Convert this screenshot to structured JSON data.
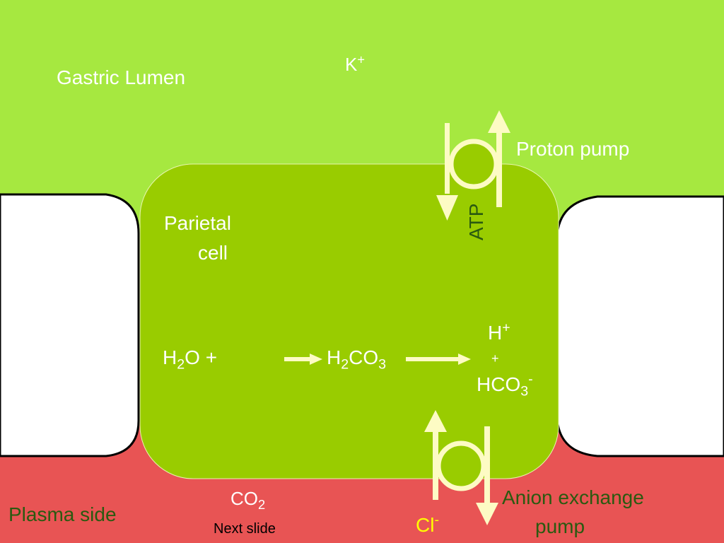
{
  "colors": {
    "lumen": "#a6e840",
    "plasma": "#e85454",
    "cell": "#99cc00",
    "pump": "#fdfbc4",
    "neighbor_cell": "#ffffff",
    "text_white": "#ffffff",
    "text_dark": "#2a5a10",
    "chloride": "#ffff00"
  },
  "labels": {
    "gastric_lumen": "Gastric Lumen",
    "k_base": "K",
    "k_sup": "+",
    "proton_pump": "Proton pump",
    "atp": "ATP",
    "parietal_line1": "Parietal",
    "parietal_line2": "cell",
    "h2o_h": "H",
    "h2o_sub": "2",
    "h2o_rest": "O +",
    "h2co3_h": "H",
    "h2co3_sub1": "2",
    "h2co3_co": "CO",
    "h2co3_sub2": "3",
    "h_base": "H",
    "h_sup": "+",
    "plus": "+",
    "hco3_base": "HCO",
    "hco3_sub": "3",
    "hco3_sup": "-",
    "co2_base": "CO",
    "co2_sub": "2",
    "next_slide": "Next slide",
    "cl_base": "Cl",
    "cl_sup": "-",
    "anion_line1": "Anion exchange",
    "anion_line2": "pump",
    "plasma_side": "Plasma side"
  }
}
